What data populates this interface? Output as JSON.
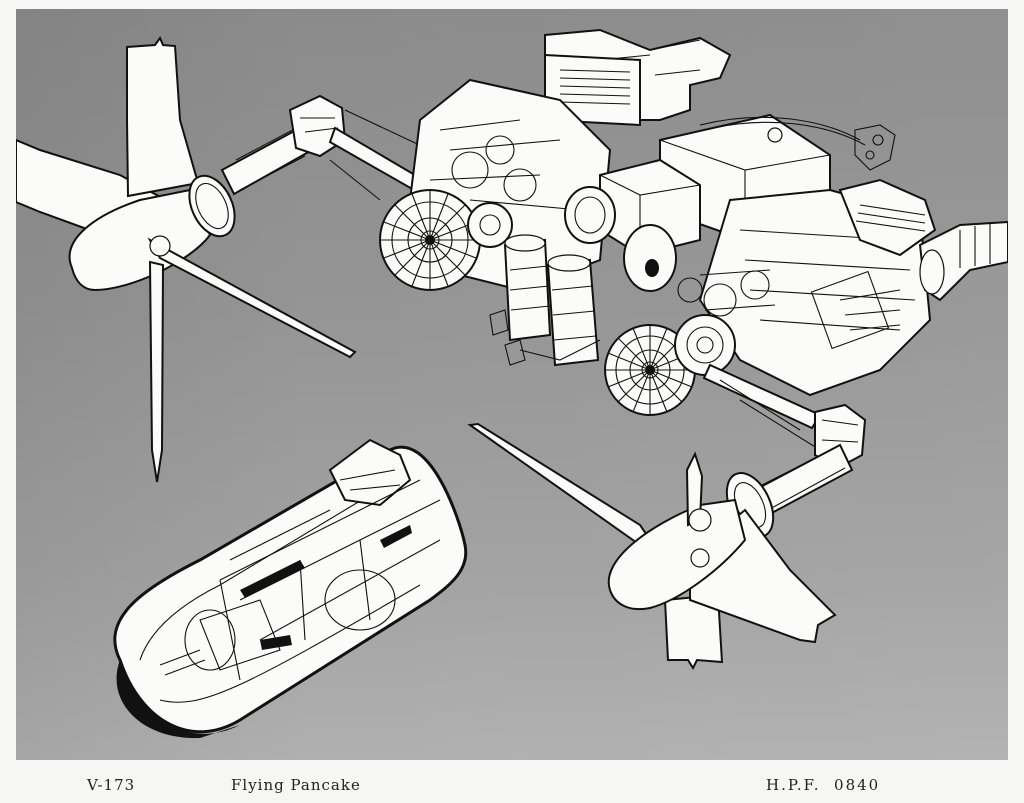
{
  "photo": {
    "subject": "Cutaway illustration of twin radial engines, drive shafts and propellers; inset fuselage cutaway",
    "background_color": "#959595"
  },
  "caption": {
    "designation": "V-173",
    "title": "Flying Pancake",
    "reference": "H.P.F.  0840"
  }
}
